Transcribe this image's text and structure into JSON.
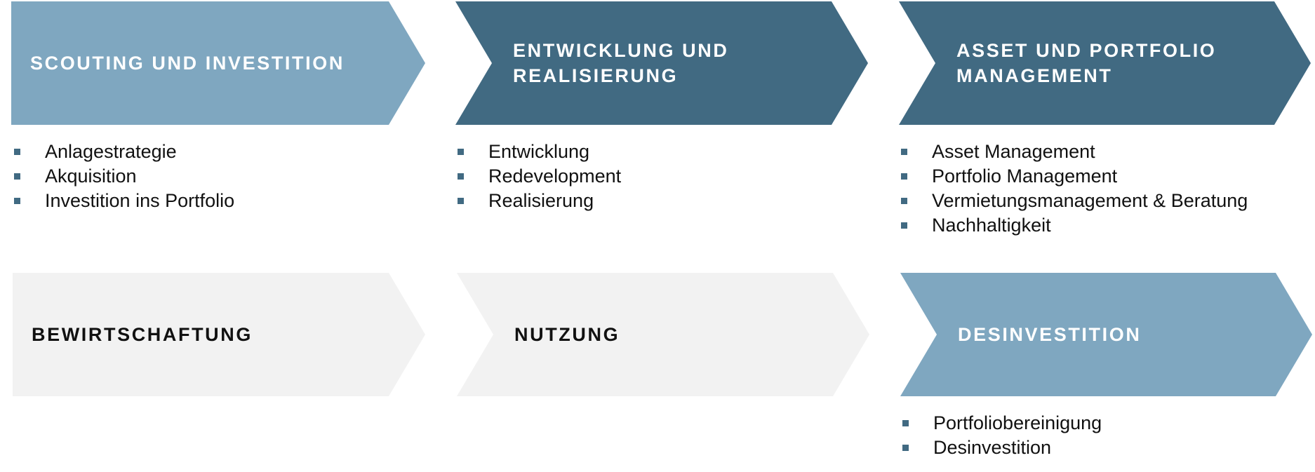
{
  "colors": {
    "light_blue": "#7fa7c0",
    "dark_blue": "#416a82",
    "light_gray": "#f2f2f2",
    "title_on_color": "#ffffff",
    "title_on_gray": "#111111",
    "bullet": "#416a82",
    "text": "#111111"
  },
  "stages": [
    {
      "title": "SCOUTING UND INVESTITION",
      "fill": "light_blue",
      "items": [
        "Anlagestrategie",
        "Akquisition",
        "Investition ins Portfolio"
      ]
    },
    {
      "title": "ENTWICKLUNG UND\nREALISIERUNG",
      "fill": "dark_blue",
      "items": [
        "Entwicklung",
        "Redevelopment",
        "Realisierung"
      ]
    },
    {
      "title": "ASSET UND PORTFOLIO\nMANAGEMENT",
      "fill": "dark_blue",
      "items": [
        "Asset Management",
        "Portfolio Management",
        "Vermietungsmanagement & Beratung",
        "Nachhaltigkeit"
      ]
    },
    {
      "title": "BEWIRTSCHAFTUNG",
      "fill": "light_gray",
      "items": []
    },
    {
      "title": "NUTZUNG",
      "fill": "light_gray",
      "items": []
    },
    {
      "title": "DESINVESTITION",
      "fill": "light_blue",
      "items": [
        "Portfoliobereinigung",
        "Desinvestition"
      ]
    }
  ]
}
